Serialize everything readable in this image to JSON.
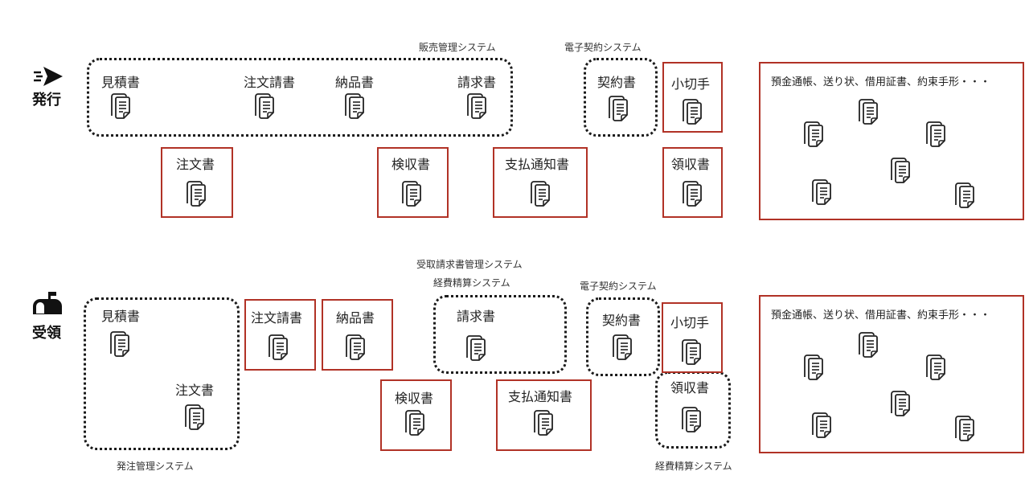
{
  "sections": {
    "issue": {
      "label": "発行",
      "icon": "paper-plane-icon",
      "systems": {
        "sales": "販売管理システム",
        "econtract": "電子契約システム"
      },
      "docs": {
        "estimate": "見積書",
        "order_ack": "注文請書",
        "delivery": "納品書",
        "invoice": "請求書",
        "contract": "契約書",
        "check": "小切手",
        "order": "注文書",
        "inspection": "検収書",
        "payment_notice": "支払通知書",
        "receipt": "領収書"
      },
      "misc": "預金通帳、送り状、借用証書、約束手形・・・"
    },
    "receive": {
      "label": "受領",
      "icon": "mailbox-icon",
      "systems": {
        "purchase": "発注管理システム",
        "invoice_mgmt": "受取請求書管理システム",
        "expense_top": "経費精算システム",
        "econtract": "電子契約システム",
        "expense_bottom": "経費精算システム"
      },
      "docs": {
        "estimate": "見積書",
        "order": "注文書",
        "order_ack": "注文請書",
        "delivery": "納品書",
        "invoice": "請求書",
        "contract": "契約書",
        "check": "小切手",
        "inspection": "検収書",
        "payment_notice": "支払通知書",
        "receipt": "領収書"
      },
      "misc": "預金通帳、送り状、借用証書、約束手形・・・"
    }
  },
  "colors": {
    "highlight_border": "#b13226",
    "system_border": "#1a1a1a"
  }
}
